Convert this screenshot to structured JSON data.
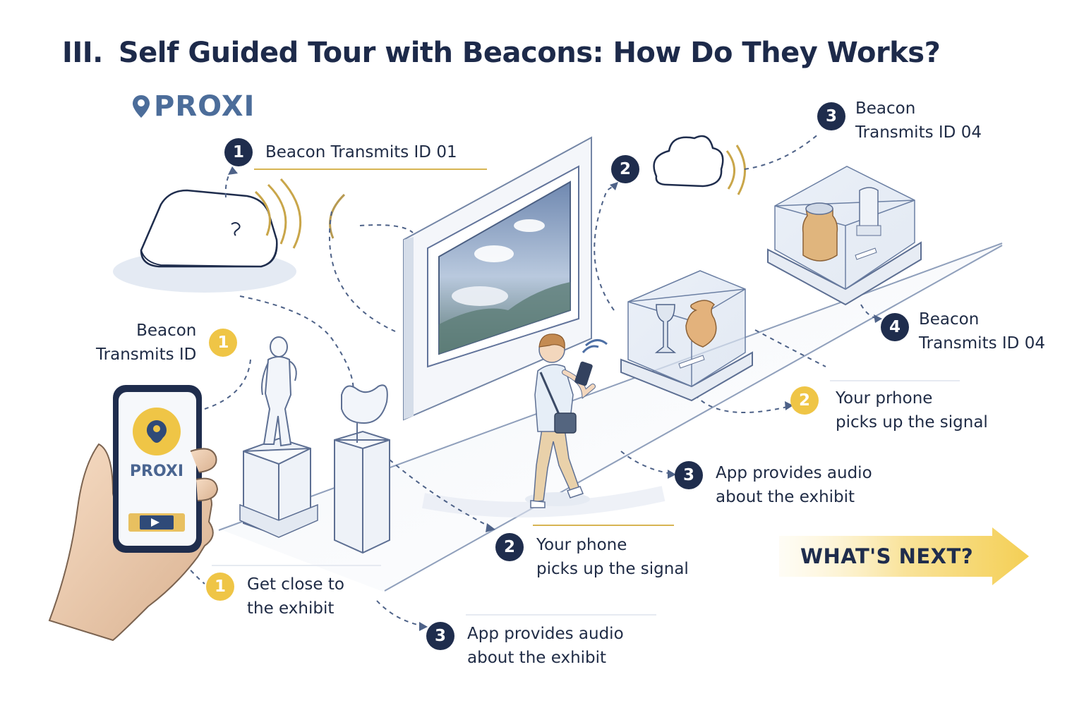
{
  "title": {
    "number": "III.",
    "text": "Self Guided Tour with Beacons: How Do They Works?"
  },
  "logo": {
    "text": "PROXI",
    "icon": "location-pin-icon"
  },
  "phone": {
    "brand": "PROXI",
    "pin_icon": "location-pin-icon",
    "play_icon": "play-icon"
  },
  "labels": [
    {
      "id": "beacon-1-top",
      "number": "1",
      "style": "navy",
      "text": "Beacon Transmits ID 01"
    },
    {
      "id": "beacon-1-left",
      "number": "1",
      "style": "gold",
      "text": "Beacon\nTransmits ID"
    },
    {
      "id": "step-2-cloud",
      "number": "2",
      "style": "navy",
      "text": ""
    },
    {
      "id": "beacon-3",
      "number": "3",
      "style": "navy",
      "text": "Beacon\nTransmits ID 04"
    },
    {
      "id": "beacon-4",
      "number": "4",
      "style": "navy",
      "text": "Beacon\nTransmits ID 04"
    },
    {
      "id": "phone-picks-right",
      "number": "2",
      "style": "gold",
      "text": "Your prhone\npicks up the signal"
    },
    {
      "id": "audio-right",
      "number": "3",
      "style": "navy",
      "text": "App provides audio\nabout the exhibit"
    },
    {
      "id": "phone-picks-middle",
      "number": "2",
      "style": "navy",
      "text": "Your phone\npicks up the signal"
    },
    {
      "id": "get-close",
      "number": "1",
      "style": "gold",
      "text": "Get close to\nthe exhibit"
    },
    {
      "id": "audio-bottom",
      "number": "3",
      "style": "navy",
      "text": "App provides audio\nabout the exhibit"
    }
  ],
  "cta": {
    "text": "WHAT'S NEXT?",
    "icon": "arrow-right-icon"
  },
  "colors": {
    "navy": "#1f2d4d",
    "gold": "#efc546",
    "brand_blue": "#4c6d9a",
    "line": "#5a6f94"
  }
}
